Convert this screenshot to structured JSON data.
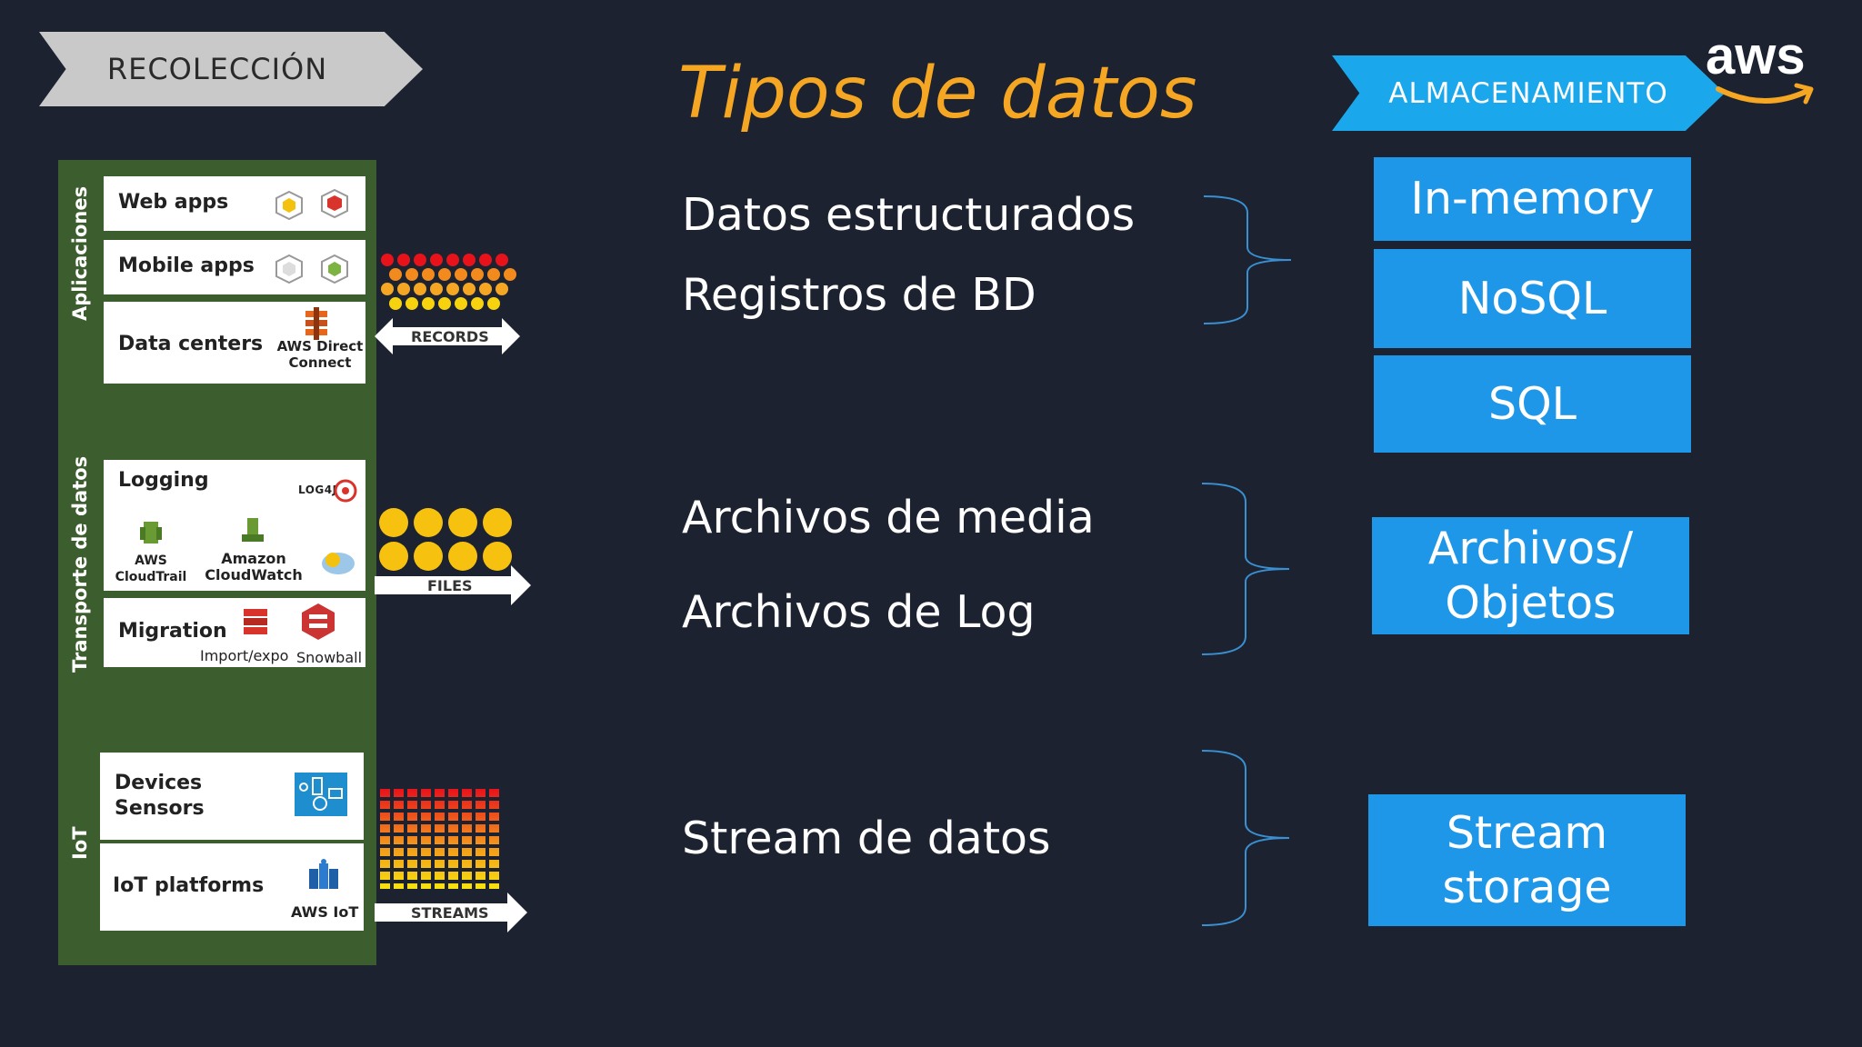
{
  "header": {
    "collection_label": "RECOLECCIÓN",
    "title": "Tipos de datos",
    "storage_label": "ALMACENAMIENTO",
    "brand": "aws"
  },
  "panel": {
    "sections": {
      "apps": "Aplicaciones",
      "transport": "Transporte de datos",
      "iot": "IoT"
    },
    "cards": {
      "web_apps": "Web apps",
      "mobile_apps": "Mobile apps",
      "data_centers": "Data centers",
      "direct_connect_1": "AWS Direct",
      "direct_connect_2": "Connect",
      "logging": "Logging",
      "log4j": "LOG4J",
      "cloudtrail_1": "AWS",
      "cloudtrail_2": "CloudTrail",
      "cloudwatch_1": "Amazon",
      "cloudwatch_2": "CloudWatch",
      "migration": "Migration",
      "import_export": "Import/expo",
      "snowball": "Snowball",
      "devices_1": "Devices",
      "devices_2": "Sensors",
      "iot_platforms": "IoT platforms",
      "aws_iot": "AWS IoT"
    }
  },
  "arrows": {
    "records": "RECORDS",
    "files": "FILES",
    "streams": "STREAMS"
  },
  "data_types": {
    "structured": "Datos estructurados",
    "db_records": "Registros de BD",
    "media_files": "Archivos de media",
    "log_files": "Archivos de Log",
    "stream": "Stream de datos"
  },
  "storage": {
    "in_memory": "In-memory",
    "nosql": "NoSQL",
    "sql": "SQL",
    "files_objects_1": "Archivos/",
    "files_objects_2": "Objetos",
    "stream_storage_1": "Stream",
    "stream_storage_2": "storage"
  },
  "colors": {
    "background": "#1c2230",
    "title": "#f5a623",
    "panel_green": "#3c5d2d",
    "storage_blue": "#1f97e8",
    "chevron_blue": "#1aa7ec",
    "chevron_gray": "#c9c9c9"
  }
}
